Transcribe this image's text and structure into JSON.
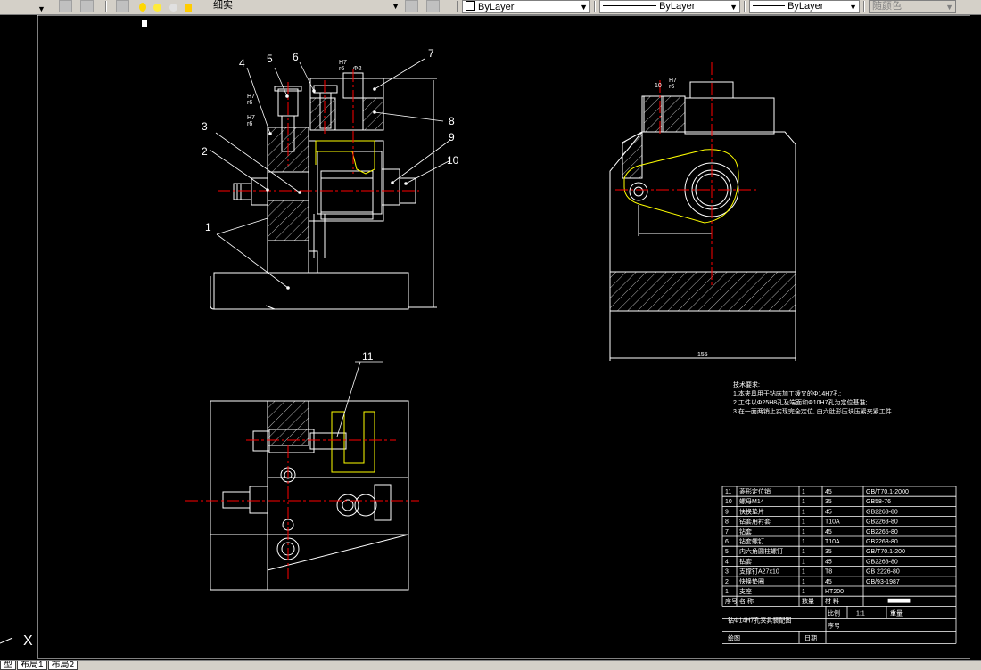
{
  "toolbar": {
    "layer_combo": "细实",
    "color_combo": "ByLayer",
    "linetype_combo": "ByLayer",
    "lineweight_combo": "ByLayer",
    "plotstyle_combo": "随颜色"
  },
  "drawing": {
    "balloons": [
      "1",
      "2",
      "3",
      "4",
      "5",
      "6",
      "7",
      "8",
      "9",
      "10",
      "11"
    ],
    "dims": {
      "fit_h7": "H7",
      "fit_r6": "r6",
      "dim_10": "10",
      "dim_155": "155",
      "dim_phi": "Φ2"
    },
    "tech_req": {
      "title": "技术要求:",
      "lines": [
        "1.本夹具用于钻床加工拨叉的Φ14H7孔;",
        "2.工件以Φ25H8孔及端面和Φ10H7孔为定位基准;",
        "3.在一面两销上实现完全定位, 由六肚形压块压紧夹紧工件."
      ]
    }
  },
  "bom": {
    "rows": [
      [
        "11",
        "菱形定位销",
        "1",
        "45",
        "GB/T70.1-2000"
      ],
      [
        "10",
        "螺母M14",
        "1",
        "35",
        "GB58-76"
      ],
      [
        "9",
        "快换垫片",
        "1",
        "45",
        "GB2263-80"
      ],
      [
        "8",
        "钻套用衬套",
        "1",
        "T10A",
        "GB2263-80"
      ],
      [
        "7",
        "钻套",
        "1",
        "45",
        "GB2265-80"
      ],
      [
        "6",
        "钻套螺钉",
        "1",
        "T10A",
        "GB2268-80"
      ],
      [
        "5",
        "内六角圆柱螺钉",
        "1",
        "35",
        "GB/T70.1-200"
      ],
      [
        "4",
        "钻套",
        "1",
        "45",
        "GB2263-80"
      ],
      [
        "3",
        "支撑钉A27x10",
        "1",
        "T8",
        "GB 2226-80"
      ],
      [
        "2",
        "快换垫圈",
        "1",
        "45",
        "GB/93-1987"
      ],
      [
        "1",
        "支座",
        "1",
        "HT200",
        ""
      ]
    ],
    "header": [
      "序号",
      "名 称",
      "数量",
      "材 料",
      ""
    ],
    "title": "钻Φ14H7孔夹具装配图",
    "scale_label": "比例",
    "scale_value": "1:1",
    "weight_label": "重量",
    "partno_label": "序号",
    "drawn_label": "绘图",
    "date_label": "日期"
  },
  "ucs": {
    "x": "X"
  },
  "tabs": {
    "model": "型",
    "layout1": "布局1",
    "layout2": "布局2"
  }
}
